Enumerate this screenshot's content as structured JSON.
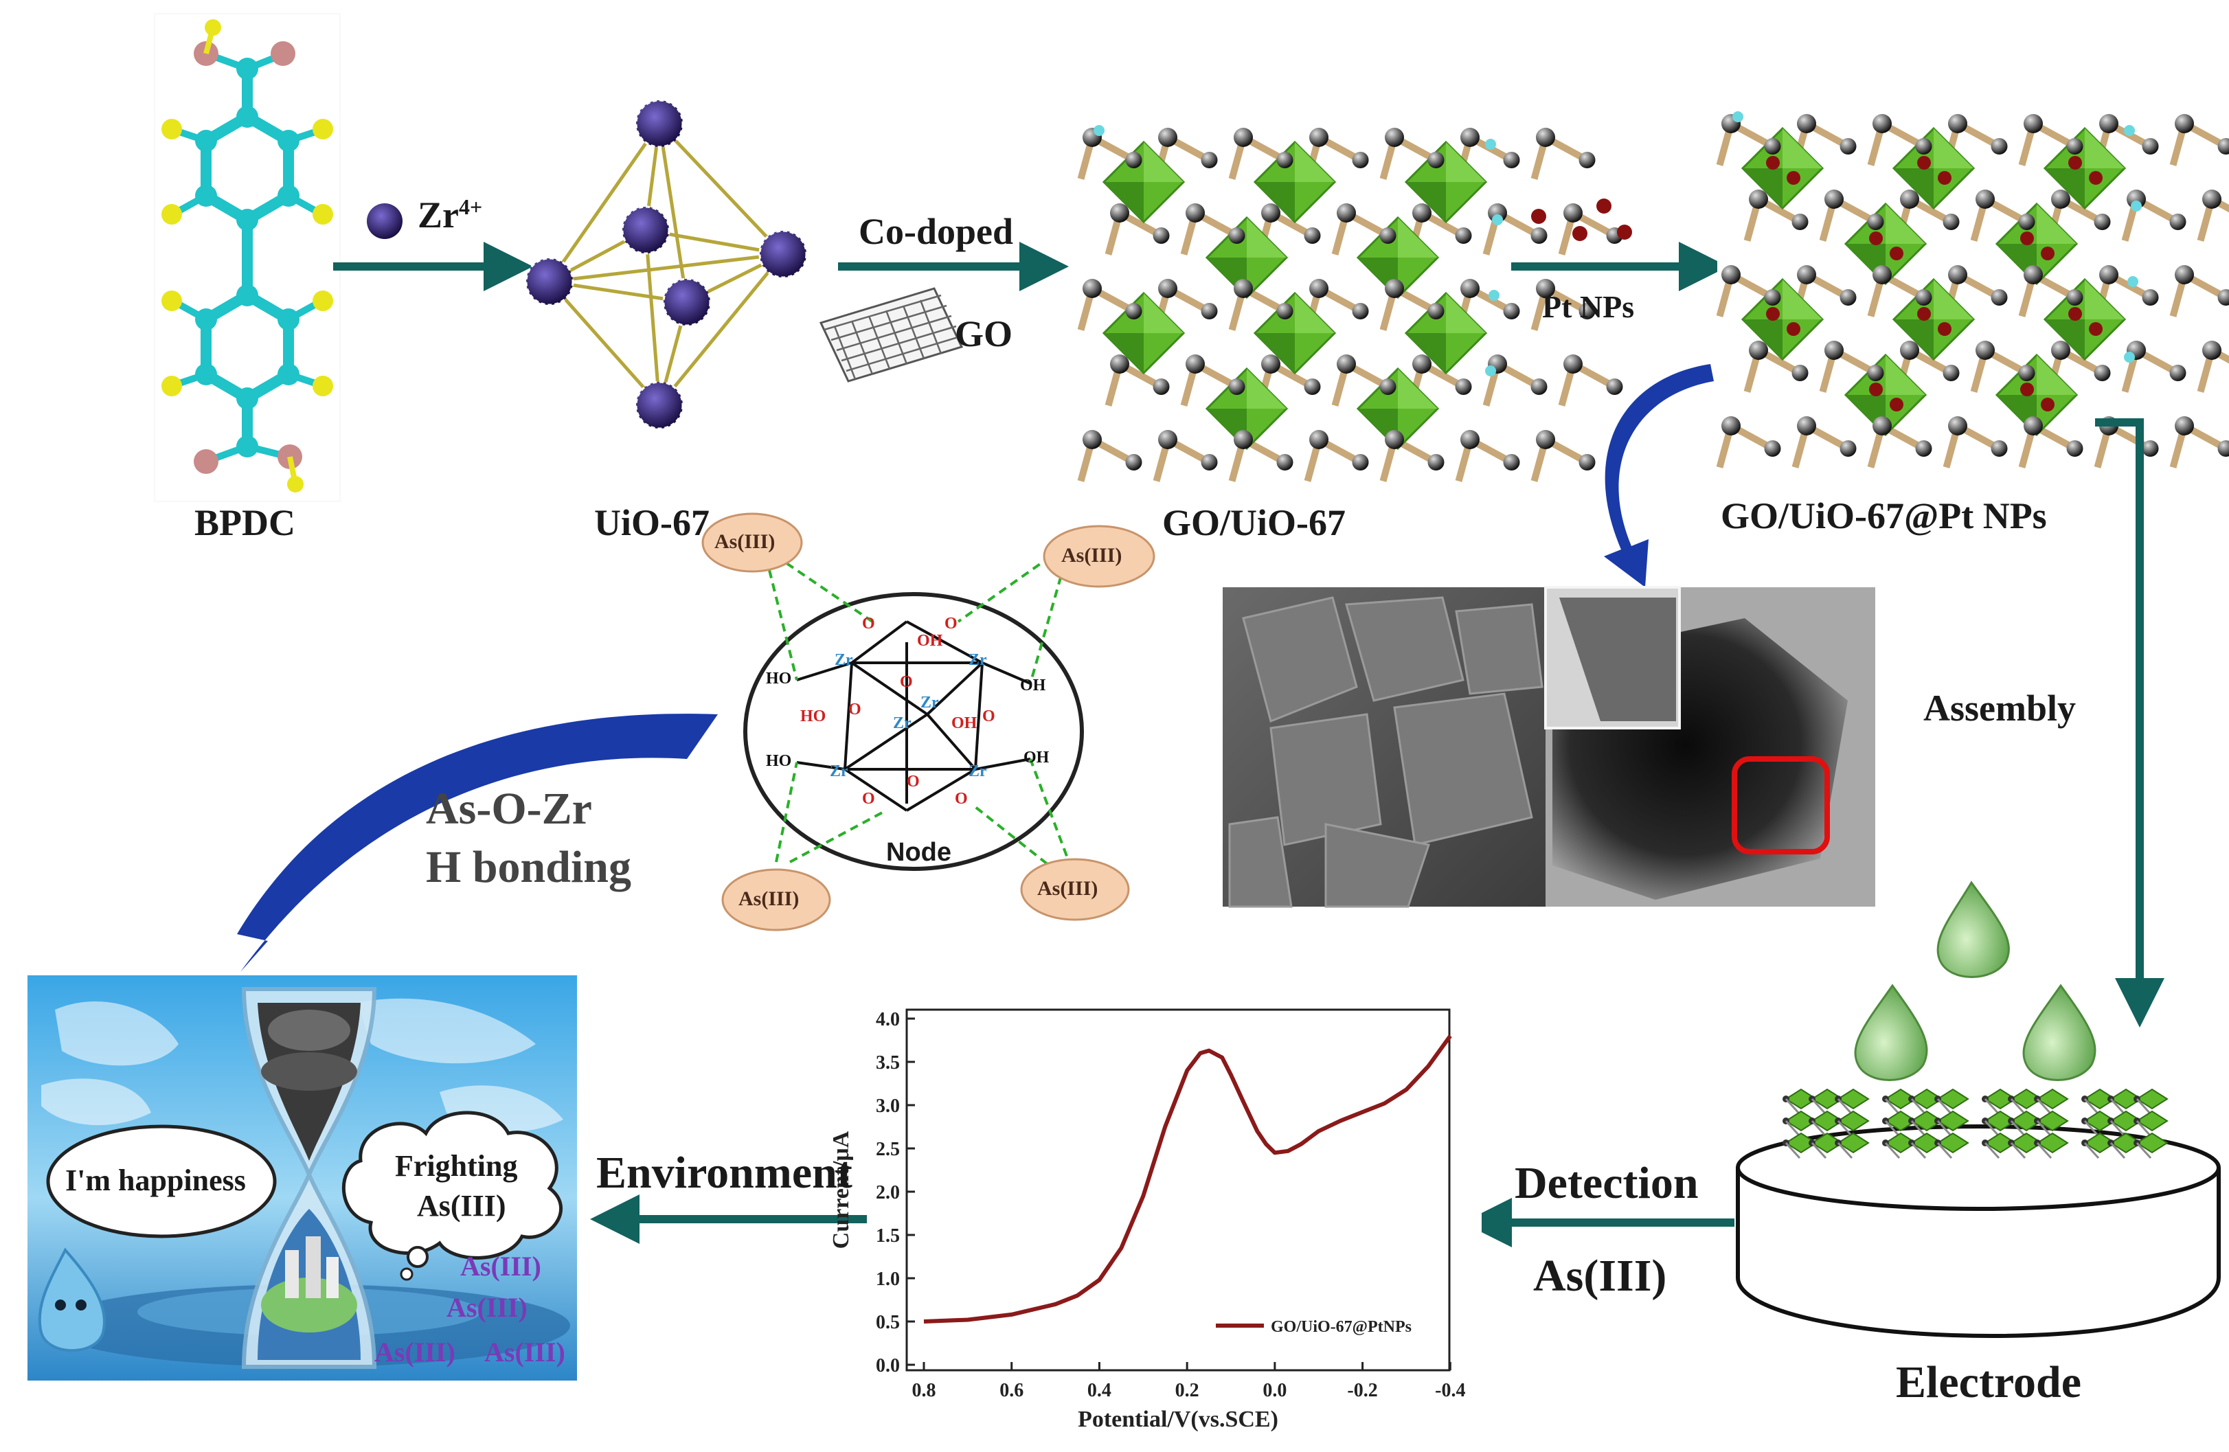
{
  "labels": {
    "bpdc": "BPDC",
    "zr4": "Zr",
    "zr4_sup": "4+",
    "uio67": "UiO-67",
    "codoped": "Co-doped",
    "go": "GO",
    "go_uio67": "GO/UiO-67",
    "pt_nps": "Pt NPs",
    "go_uio67_pt": "GO/UiO-67@Pt NPs",
    "assembly": "Assembly",
    "as_o_zr": "As-O-Zr",
    "h_bonding": "H bonding",
    "environment": "Environment",
    "detection": "Detection",
    "detection_as": "As(III)",
    "electrode": "Electrode"
  },
  "node": {
    "title": "Node",
    "as_tags": [
      "As(III)",
      "As(III)",
      "As(III)",
      "As(III)"
    ],
    "zr": [
      "Zr",
      "Zr",
      "Zr",
      "Zr",
      "Zr",
      "Zr"
    ],
    "o": [
      "O",
      "O",
      "O",
      "O",
      "O",
      "O",
      "O",
      "O"
    ],
    "oh": [
      "OH",
      "OH",
      "OH",
      "OH"
    ],
    "ho": [
      "HO",
      "HO",
      "HO"
    ]
  },
  "poster": {
    "bubble_left": "I'm happiness",
    "bubble_right_1": "Frighting",
    "bubble_right_2": "As(III)",
    "as_labels": [
      "As(III)",
      "As(III)",
      "As(III)",
      "As(III)"
    ]
  },
  "chart_data": {
    "type": "line",
    "xlabel": "Potential/V(vs.SCE)",
    "ylabel": "Current/μA",
    "xlim": [
      0.8,
      -0.4
    ],
    "ylim": [
      0.0,
      4.0
    ],
    "x_ticks": [
      "0.8",
      "0.6",
      "0.4",
      "0.2",
      "0.0",
      "-0.2",
      "-0.4"
    ],
    "y_ticks": [
      "0.0",
      "0.5",
      "1.0",
      "1.5",
      "2.0",
      "2.5",
      "3.0",
      "3.5",
      "4.0"
    ],
    "legend_position": "bottom-right",
    "series": [
      {
        "name": "GO/UiO-67@PtNPs",
        "color": "#8b1a1a",
        "x": [
          0.8,
          0.7,
          0.6,
          0.5,
          0.45,
          0.4,
          0.35,
          0.3,
          0.25,
          0.2,
          0.17,
          0.15,
          0.12,
          0.1,
          0.07,
          0.04,
          0.02,
          0.0,
          -0.03,
          -0.06,
          -0.1,
          -0.15,
          -0.2,
          -0.25,
          -0.3,
          -0.35,
          -0.4
        ],
        "y": [
          0.5,
          0.52,
          0.58,
          0.7,
          0.8,
          0.98,
          1.35,
          1.95,
          2.75,
          3.4,
          3.6,
          3.63,
          3.55,
          3.35,
          3.02,
          2.7,
          2.55,
          2.45,
          2.47,
          2.55,
          2.7,
          2.82,
          2.92,
          3.02,
          3.18,
          3.45,
          3.8
        ]
      }
    ]
  },
  "colors": {
    "arrow_teal": "#12625e",
    "arrow_blue": "#1a3aa8",
    "curve": "#8b1a1a",
    "linker_cyan": "#1fc3c8",
    "linker_yellow": "#e8e51c",
    "oxygen_pink": "#c98a8a",
    "zr_purple": "#2a1a5a",
    "octahedron_green": "#5fb82a",
    "pt_red": "#8a1010",
    "as_tag": "#f6cfaf",
    "zr_blue": "#2f88c8",
    "o_red": "#d02020"
  }
}
